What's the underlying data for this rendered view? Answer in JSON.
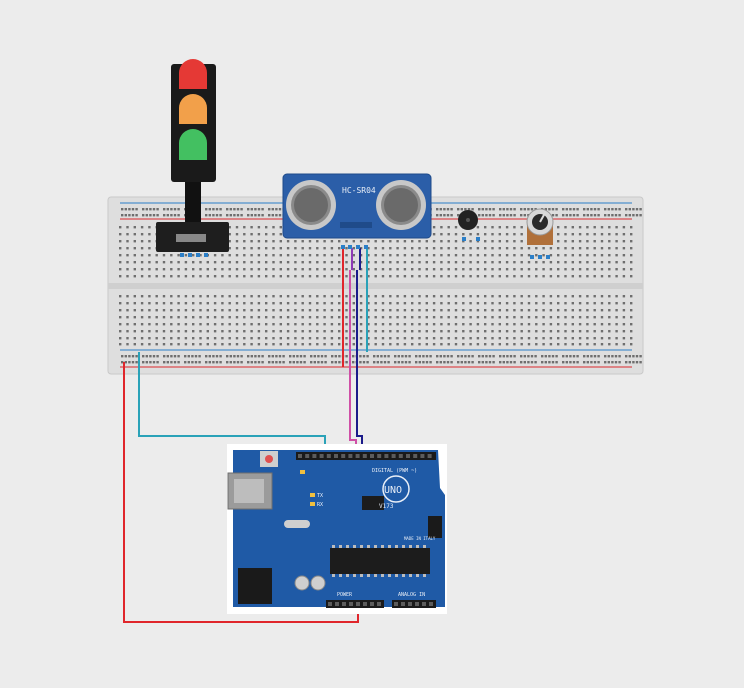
{
  "ultrasonic": {
    "label": "HC-SR04"
  },
  "arduino": {
    "logo": "UNO",
    "model": "V173",
    "digital_header_label": "DIGITAL (PWM ~)",
    "power_label": "POWER",
    "analog_label": "ANALOG IN",
    "made_in": "MADE IN ITALY",
    "tx_label": "TX",
    "rx_label": "RX"
  },
  "colors": {
    "background": "#ececec",
    "breadboard": "#dcdcdc",
    "rail_red": "#d9282c",
    "rail_blue": "#2b7fc8",
    "wire_red": "#e0262b",
    "wire_teal": "#2aa2b8",
    "wire_purple": "#8e3ab6",
    "wire_navy": "#1b1b8a",
    "wire_pink": "#cf4fa6",
    "sensor_blue": "#2b5ea8",
    "board_blue": "#1f5aa6",
    "led_red": "#e53935",
    "led_yellow": "#f2a04a",
    "led_green": "#43c061"
  },
  "icons": [
    "traffic-light-icon",
    "ultrasonic-sensor-icon",
    "buzzer-icon",
    "potentiometer-icon",
    "arduino-board-icon"
  ]
}
